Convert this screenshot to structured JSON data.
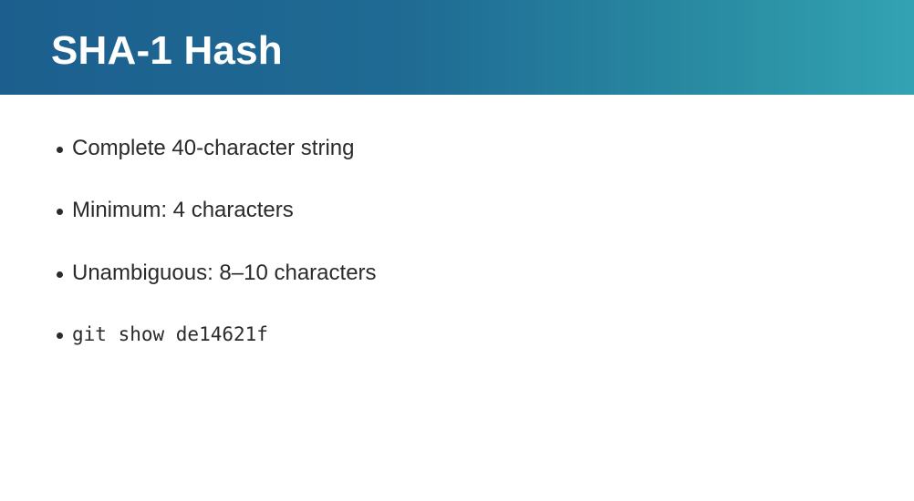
{
  "slide": {
    "title": "SHA-1 Hash",
    "bullets": [
      {
        "text": "Complete 40-character string",
        "style": "text"
      },
      {
        "text": "Minimum: 4 characters",
        "style": "text"
      },
      {
        "text": "Unambiguous: 8–10 characters",
        "style": "text"
      },
      {
        "text": "git show de14621f",
        "style": "code"
      }
    ]
  },
  "colors": {
    "header_gradient_start": "#1c5f8e",
    "header_gradient_end": "#33a3b3",
    "title_text": "#ffffff",
    "body_text": "#2a2a2a",
    "background": "#ffffff"
  }
}
